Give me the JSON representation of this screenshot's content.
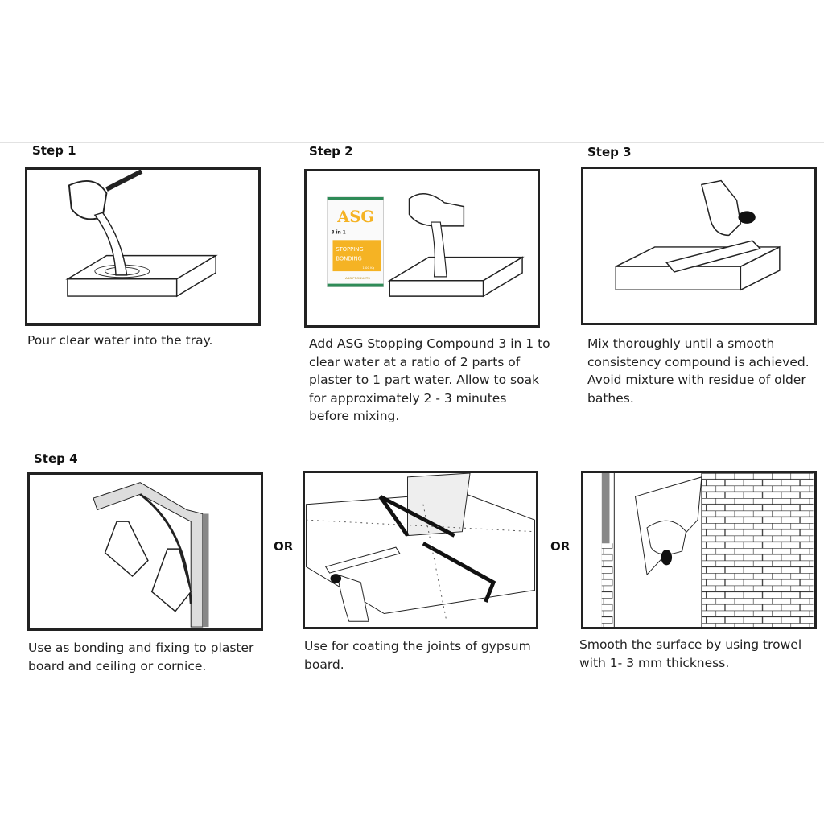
{
  "steps": [
    {
      "label": "Step 1",
      "caption": "Pour clear water into the tray."
    },
    {
      "label": "Step 2",
      "caption": "Add ASG Stopping Compound 3 in 1 to clear water at a ratio of 2 parts of plaster to 1 part water. Allow to soak for approximately 2 - 3 minutes before mixing.",
      "bag": {
        "brand": "ASG",
        "badge": "3 in 1",
        "line1": "STOPPING",
        "line2": "BONDING",
        "weight": "1.00 Kg",
        "maker": "ASG PRODUCTS"
      }
    },
    {
      "label": "Step 3",
      "caption": "Mix thoroughly until a smooth consistency compound is achieved. Avoid mixture with residue of older bathes."
    },
    {
      "label": "Step 4",
      "caption": "Use as bonding and fixing to plaster board and ceiling or cornice."
    }
  ],
  "options": [
    {
      "caption": "Use for coating the joints of gypsum board."
    },
    {
      "caption": "Smooth the surface by using trowel with 1- 3 mm thickness."
    }
  ],
  "or_label": "OR",
  "colors": {
    "bag_yellow": "#f5b324",
    "bag_green": "#2e8b57",
    "frame": "#222222"
  }
}
